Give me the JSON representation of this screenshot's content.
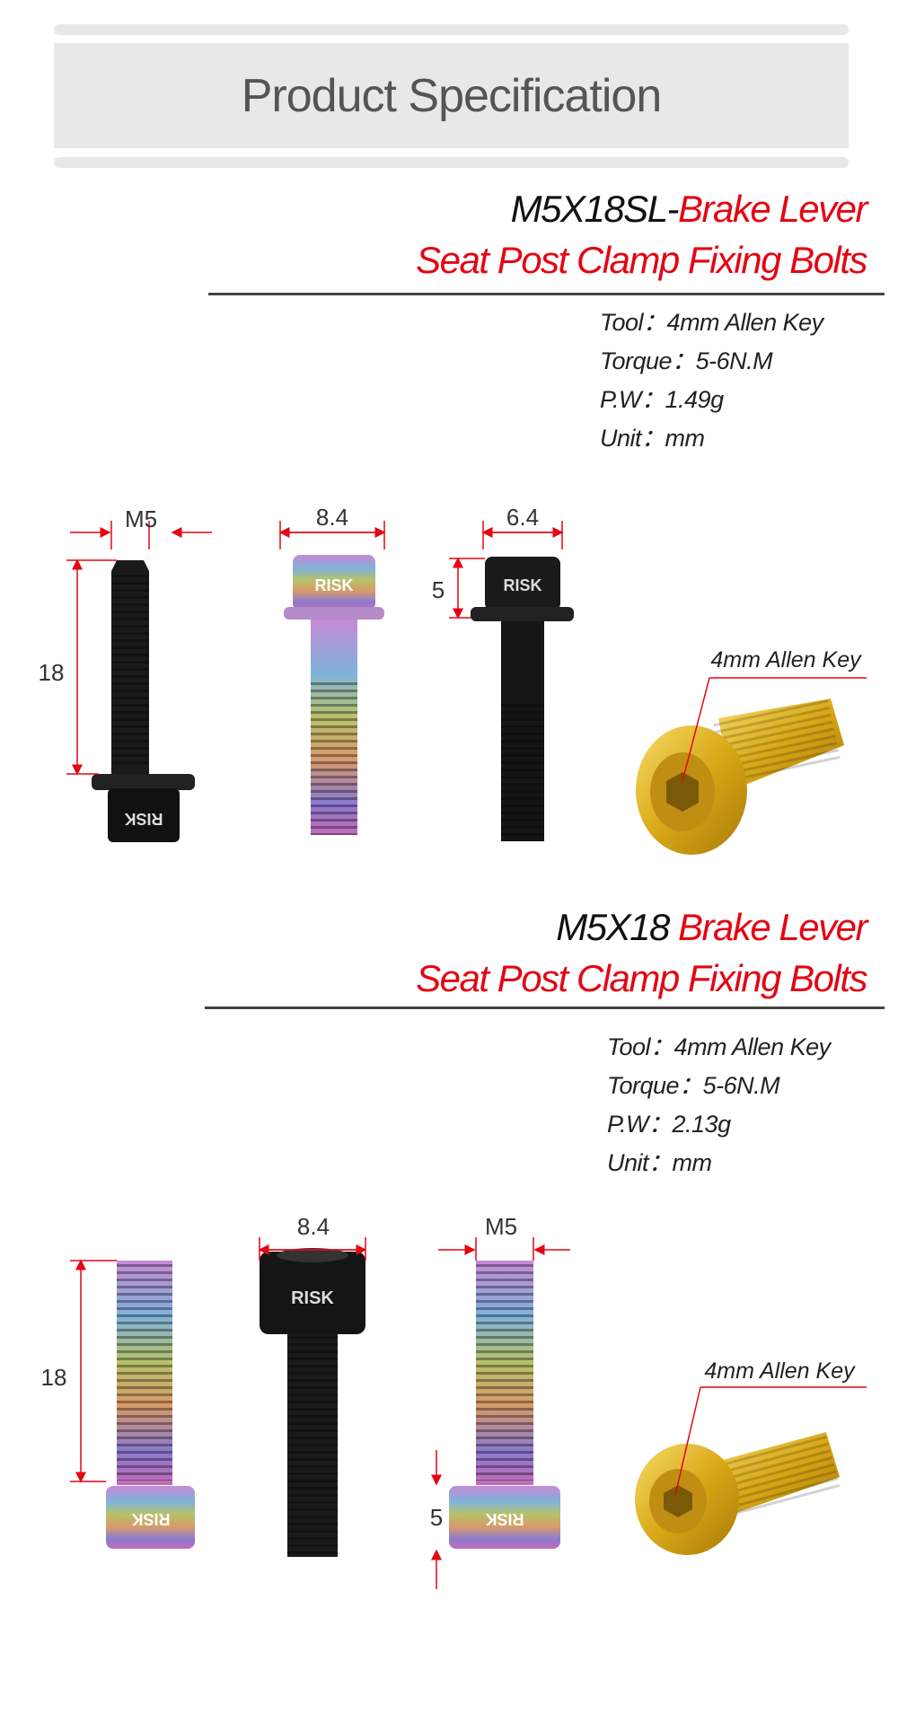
{
  "header": {
    "title": "Product Specification"
  },
  "products": [
    {
      "model": "M5X18SL-",
      "name_line1": "Brake Lever",
      "name_line2": "Seat Post Clamp Fixing Bolts",
      "specs": [
        {
          "label": "Tool：",
          "value": "4mm Allen Key"
        },
        {
          "label": "Torque：",
          "value": "5-6N.M"
        },
        {
          "label": "P.W：",
          "value": "1.49g"
        },
        {
          "label": "Unit：",
          "value": "mm"
        }
      ],
      "dims": {
        "thread": "M5",
        "length": "18",
        "head_width_a": "8.4",
        "head_width_b": "6.4",
        "head_height": "5"
      },
      "callout": "4mm Allen Key",
      "brand": "RISK"
    },
    {
      "model": "M5X18 ",
      "name_line1": "Brake Lever",
      "name_line2": "Seat Post Clamp Fixing Bolts",
      "specs": [
        {
          "label": "Tool：",
          "value": "4mm Allen Key"
        },
        {
          "label": "Torque：",
          "value": "5-6N.M"
        },
        {
          "label": "P.W：",
          "value": "2.13g"
        },
        {
          "label": "Unit：",
          "value": "mm"
        }
      ],
      "dims": {
        "length": "18",
        "head_width": "8.4",
        "thread": "M5",
        "head_height": "5"
      },
      "callout": "4mm Allen Key",
      "brand": "RISK"
    }
  ],
  "colors": {
    "accent": "#e30613",
    "text": "#111111",
    "band": "#e8e8e8"
  }
}
